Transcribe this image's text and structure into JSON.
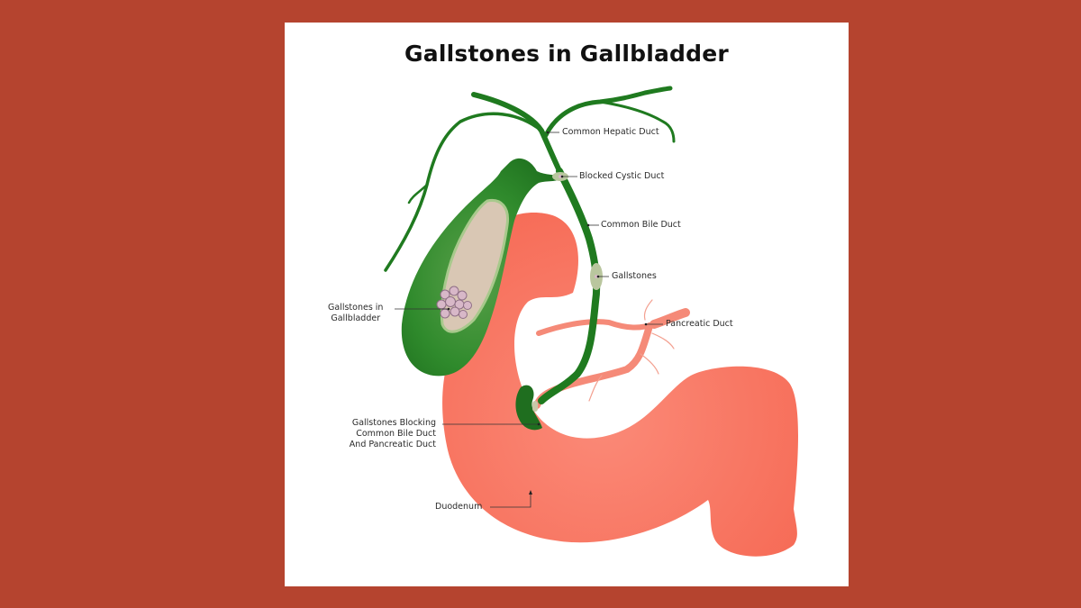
{
  "title": "Gallstones in Gallbladder",
  "colors": {
    "background": "#b5442f",
    "card": "#ffffff",
    "duct_green": "#1f7a1f",
    "gallbladder_green": "#2e8b2e",
    "stone_area": "#d9c7b4",
    "duodenum": "#f7705c",
    "pancreatic_duct": "#f58a78"
  },
  "labels": {
    "common_hepatic_duct": "Common Hepatic Duct",
    "blocked_cystic_duct": "Blocked Cystic Duct",
    "common_bile_duct": "Common Bile Duct",
    "gallstones": "Gallstones",
    "pancreatic_duct": "Pancreatic Duct",
    "gallstones_in_gallbladder": [
      "Gallstones in",
      "Gallbladder"
    ],
    "gallstones_blocking": [
      "Gallstones Blocking",
      "Common Bile Duct",
      "And Pancreatic Duct"
    ],
    "duodenum": "Duodenum"
  }
}
